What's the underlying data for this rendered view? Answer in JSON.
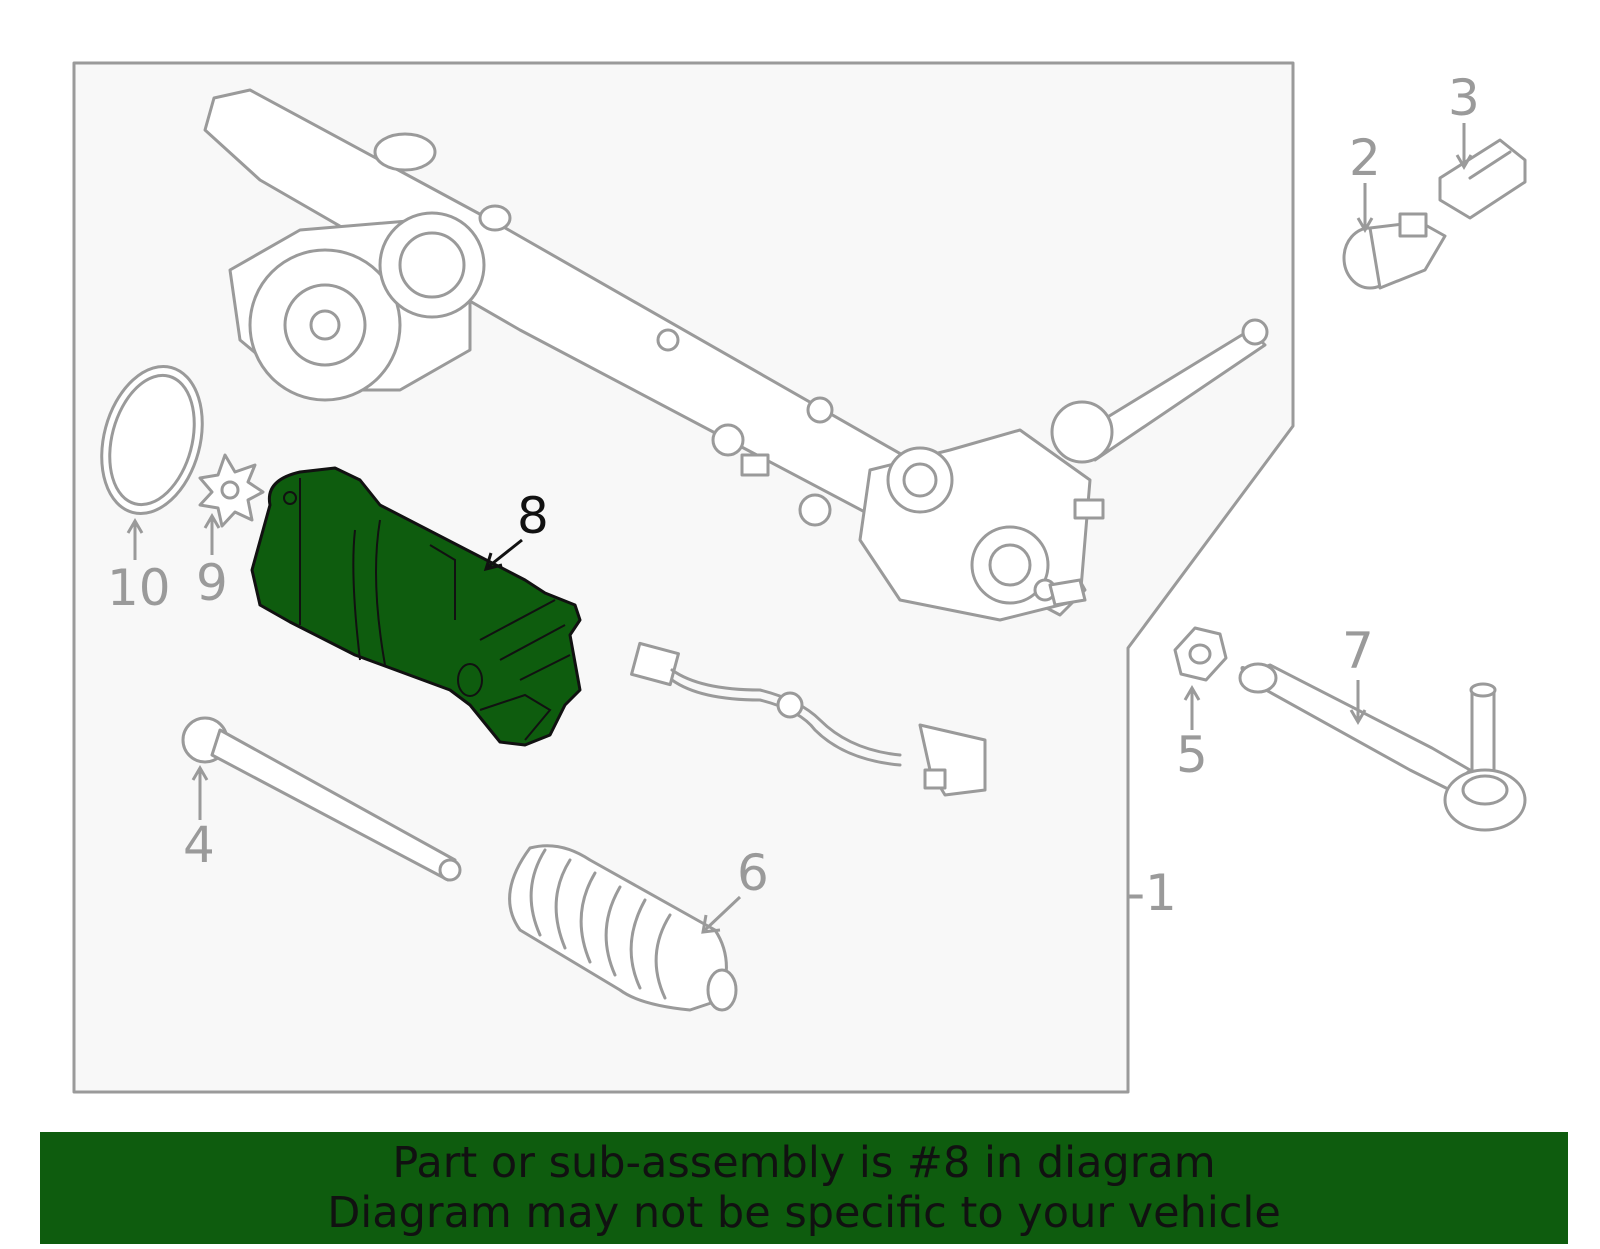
{
  "diagram": {
    "callouts": [
      {
        "id": "1",
        "label": "-1"
      },
      {
        "id": "2",
        "label": "2"
      },
      {
        "id": "3",
        "label": "3"
      },
      {
        "id": "4",
        "label": "4"
      },
      {
        "id": "5",
        "label": "5"
      },
      {
        "id": "6",
        "label": "6"
      },
      {
        "id": "7",
        "label": "7"
      },
      {
        "id": "8",
        "label": "8",
        "highlighted": true
      },
      {
        "id": "9",
        "label": "9"
      },
      {
        "id": "10",
        "label": "10"
      }
    ],
    "highlight_color": "#0e5c0e",
    "line_color": "#9a9a9a"
  },
  "banner": {
    "line1": "Part or sub-assembly is #8 in diagram",
    "line2": "Diagram may not be specific to your vehicle",
    "background": "#0e5c0e"
  }
}
